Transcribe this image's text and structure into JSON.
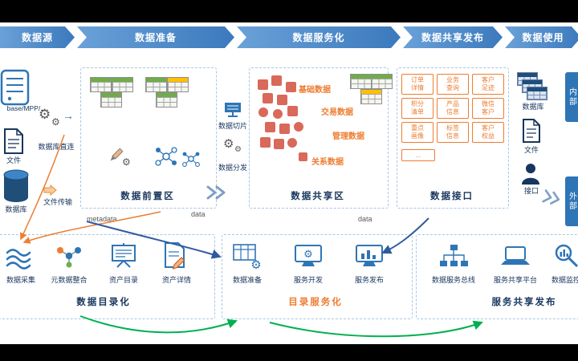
{
  "banner": {
    "stages": [
      "数据源",
      "数据准备",
      "数据服务化",
      "数据共享发布",
      "数据使用"
    ]
  },
  "sources": {
    "server": "base/MPP/...",
    "direct": "数据库直连",
    "file": "文件",
    "transfer": "文件传输",
    "db": "数据库"
  },
  "staging": {
    "title": "数据前置区",
    "slice": "数据切片",
    "dispatch": "数据分发"
  },
  "sharing": {
    "title": "数据共享区",
    "tags": [
      "基础数据",
      "交易数据",
      "管理数据",
      "关系数据"
    ]
  },
  "api": {
    "title": "数据接口",
    "cells": [
      "订单详情",
      "业务查询",
      "客户足迹",
      "积分清单",
      "产品信息",
      "微信客户",
      "重点画像",
      "标签信息",
      "客户权益",
      "..."
    ]
  },
  "usage": {
    "db": "数据库",
    "file": "文件",
    "api": "接口",
    "internal": "内部",
    "external": "外部"
  },
  "flows": {
    "metadata": "metadata",
    "data_left": "data",
    "data_right": "data"
  },
  "catalog": {
    "title": "数据目录化",
    "items": [
      "数据采集",
      "元数据整合",
      "资产目录",
      "资产详情"
    ]
  },
  "catalog_service": {
    "title": "目录服务化",
    "items": [
      "数据准备",
      "服务开发",
      "服务发布"
    ]
  },
  "service_share": {
    "title": "服务共享发布",
    "items": [
      "数据服务总线",
      "服务共享平台",
      "数据监控"
    ]
  },
  "colors": {
    "orange": "#ed7d31",
    "navy": "#17365d",
    "blue": "#2e75b6",
    "green": "#00b050",
    "salmon": "#d9695a",
    "banner_blue": "#3b79bd"
  }
}
